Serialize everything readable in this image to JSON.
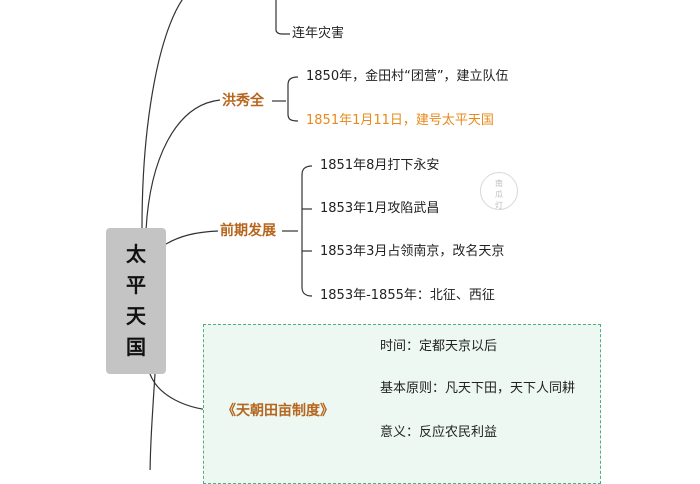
{
  "root": {
    "title": "太平天国",
    "chars": [
      "太",
      "平",
      "天",
      "国"
    ]
  },
  "branch0": {
    "children": [
      {
        "text": "连年灾害"
      }
    ]
  },
  "branch1": {
    "label": "洪秀全",
    "children": [
      {
        "text": "1850年，金田村“团营”，建立队伍"
      },
      {
        "text": "1851年1月11日，建号太平天国"
      }
    ]
  },
  "branch2": {
    "label": "前期发展",
    "children": [
      {
        "text": "1851年8月打下永安"
      },
      {
        "text": "1853年1月攻陷武昌"
      },
      {
        "text": "1853年3月占领南京，改名天京"
      },
      {
        "text": "1853年-1855年：北征、西征"
      }
    ]
  },
  "branch3": {
    "label": "《天朝田亩制度》",
    "children": [
      {
        "text": "时间：定都天京以后"
      },
      {
        "text": "基本原则：凡天下田，天下人同耕"
      },
      {
        "text": "意义：反应农民利益"
      }
    ]
  },
  "watermark": {
    "chars": [
      "南",
      "瓜",
      "灯"
    ]
  },
  "colors": {
    "branch_label": "#b5651d",
    "highlight": "#e8891b",
    "root_fill": "#c4c4c4",
    "box_border": "#48b27e",
    "box_fill": "#eef8f2",
    "connector": "#333333"
  }
}
